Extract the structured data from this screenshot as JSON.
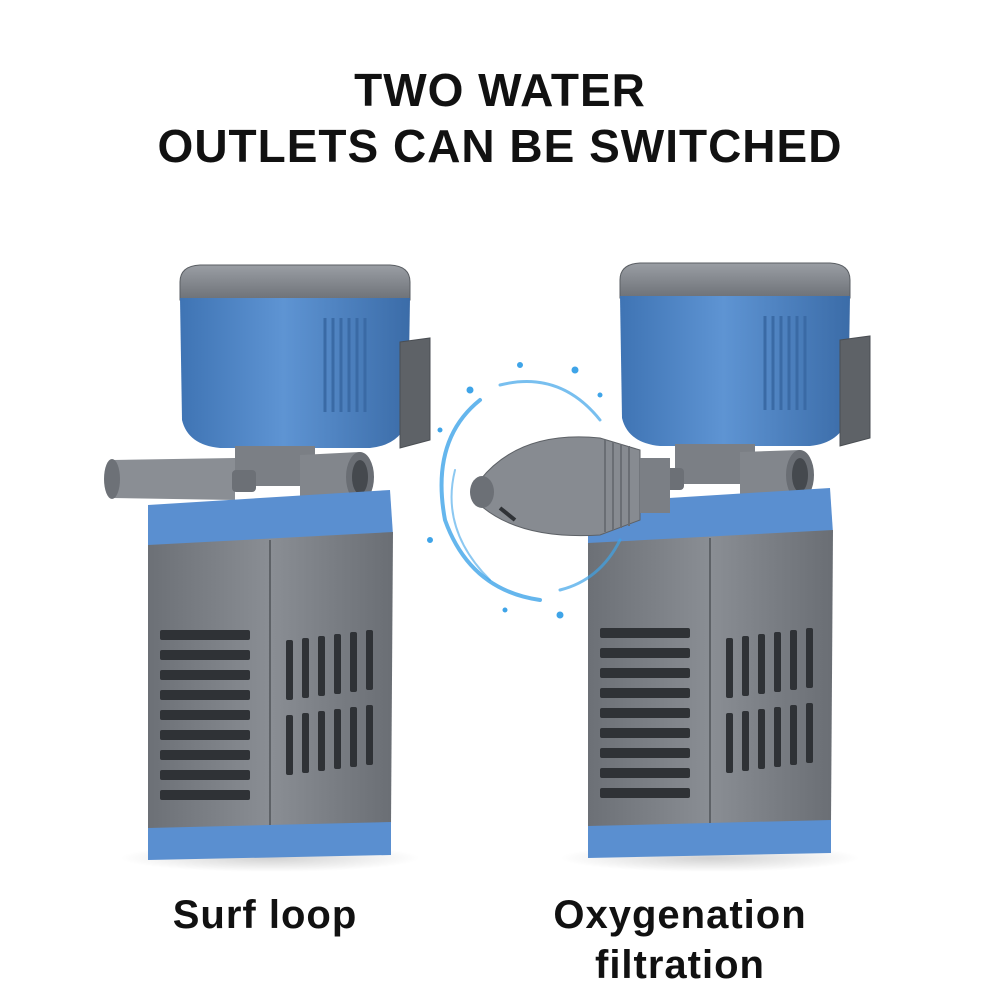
{
  "headline": {
    "line1": "TWO WATER",
    "line2": "OUTLETS CAN BE SWITCHED"
  },
  "products": [
    {
      "caption": "Surf loop"
    },
    {
      "caption": "Oxygenation",
      "caption_line2": "filtration"
    }
  ],
  "colors": {
    "housing_blue": "#4f86c6",
    "housing_gray": "#777c83",
    "water_splash": "#3fa4e8"
  }
}
